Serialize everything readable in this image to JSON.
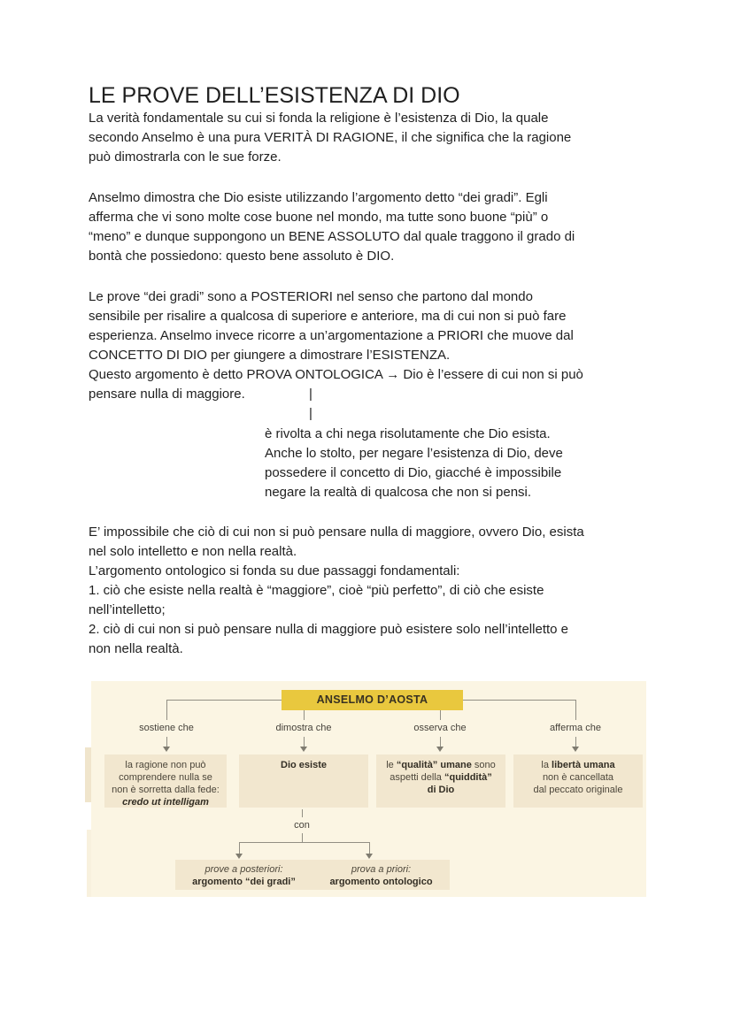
{
  "document": {
    "title": "LE PROVE DELL’ESISTENZA DI DIO",
    "p1": "La verità fondamentale su cui si fonda la religione è l’esistenza di Dio, la quale\nsecondo Anselmo è una pura VERITÀ DI RAGIONE, il che significa che la ragione\npuò dimostrarla con le sue forze.",
    "p2": "Anselmo dimostra che Dio esiste utilizzando l’argomento detto “dei gradi”. Egli\nafferma che vi sono molte cose buone nel mondo, ma tutte sono buone “più” o\n“meno” e dunque suppongono un BENE ASSOLUTO dal quale traggono il grado di\nbontà che possiedono: questo bene assoluto è DIO.",
    "p3": "Le prove “dei gradi” sono a POSTERIORI nel senso che partono dal mondo\nsensibile per risalire a qualcosa di superiore e anteriore, ma di cui non si può fare\nesperienza. Anselmo invece ricorre a un’argomentazione a PRIORI che muove dal\nCONCETTO DI DIO per giungere a dimostrare l’ESISTENZA.\nQuesto argomento è detto PROVA ONTOLOGICA → Dio è l’essere di cui non si può\npensare nulla di maggiore.",
    "pipe1": "|",
    "pipe2": "|",
    "annotation": "è rivolta a chi nega risolutamente che Dio esista.\nAnche lo stolto, per negare l’esistenza di Dio, deve\npossedere il concetto di Dio, giacché è impossibile\nnegare la realtà di qualcosa che non si pensi.",
    "p4": "E’ impossibile che ciò di cui non si può pensare nulla di maggiore, ovvero Dio, esista\nnel solo intelletto e non nella realtà.\nL’argomento ontologico si fonda su due passaggi fondamentali:\n1. ciò che esiste nella realtà è “maggiore”, cioè “più perfetto”, di ciò che esiste\nnell’intelletto;\n2. ciò di cui non si può pensare nulla di maggiore può esistere solo nell’intelletto e\nnon nella realtà."
  },
  "diagram": {
    "root_label": "ANSELMO D’AOSTA",
    "branch_labels": [
      "sostiene che",
      "dimostra che",
      "osserva che",
      "afferma che"
    ],
    "connector_label": "con",
    "boxes": {
      "reason": {
        "l1": "la ragione non può",
        "l2": "comprendere nulla se",
        "l3": "non è sorretta dalla fede:",
        "l4": "credo ut intelligam"
      },
      "god_exists": {
        "l1": "Dio esiste"
      },
      "qualities": {
        "l1a": "le ",
        "l1b": "“qualità” umane",
        "l1c": " sono",
        "l2a": "aspetti della ",
        "l2b": "“quiddità”",
        "l3": "di Dio"
      },
      "freedom": {
        "l1a": "la ",
        "l1b": "libertà umana",
        "l2": "non è cancellata",
        "l3": "dal peccato originale"
      },
      "aposteriori": {
        "l1": "prove a posteriori:",
        "l2": "argomento “dei gradi”"
      },
      "apriori": {
        "l1": "prova a priori:",
        "l2": "argomento ontologico"
      }
    }
  },
  "colors": {
    "diagram_background": "#fbf5e3",
    "diagram_box": "#f2e7cf",
    "root_box_yellow": "#e9c83e",
    "connector_gray": "#928f84",
    "body_text": "#1f1f1f"
  }
}
